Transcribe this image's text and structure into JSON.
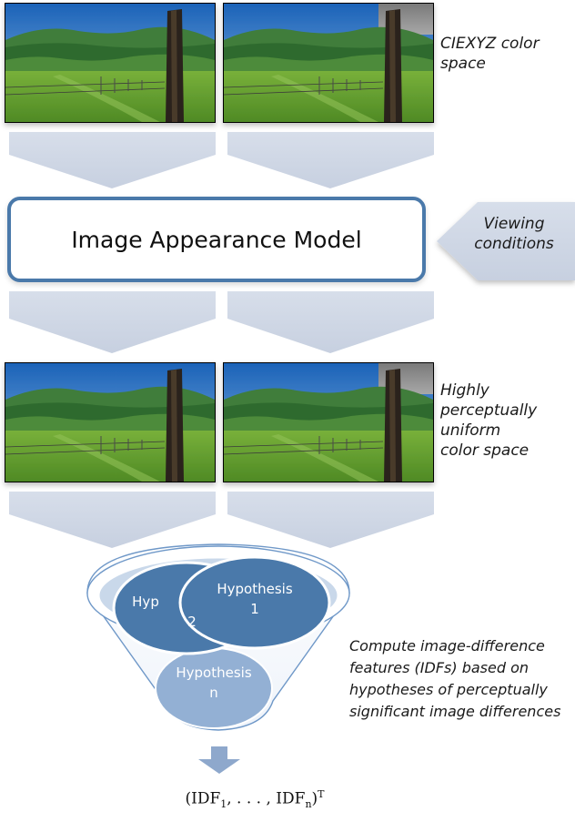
{
  "labels": {
    "ciexyz": "CIEXYZ color space",
    "image_appearance_model": "Image Appearance Model",
    "viewing_conditions": "Viewing conditions",
    "uniform_space_line1": "Highly",
    "uniform_space_line2": "perceptually",
    "uniform_space_line3": "uniform",
    "uniform_space_line4": "color space",
    "compute_line1": "Compute image-difference",
    "compute_line2": "features (IDFs) based on",
    "compute_line3": "hypotheses of perceptually",
    "compute_line4": "significant image differences"
  },
  "hypotheses": {
    "h1_line1": "Hypothesis",
    "h1_line2": "1",
    "h2_partial": "Hyp",
    "h2_number": "2",
    "hn_line1": "Hypothesis",
    "hn_line2": "n"
  },
  "formula": {
    "open": "(IDF",
    "sub1": "1",
    "middle": ", . . . , IDF",
    "subn": "n",
    "close": ")",
    "sup": "T"
  },
  "colors": {
    "arrow_fill": "#d5dbe8",
    "box_border": "#4a79aa",
    "hyp_dark": "#4a79aa",
    "hyp_light": "#93b0d4",
    "funnel_outline": "#6f98c8"
  },
  "images": {
    "top_left": "landscape-photo",
    "top_right": "landscape-photo-gray-sky",
    "mid_left": "landscape-photo",
    "mid_right": "landscape-photo-gray-sky"
  }
}
